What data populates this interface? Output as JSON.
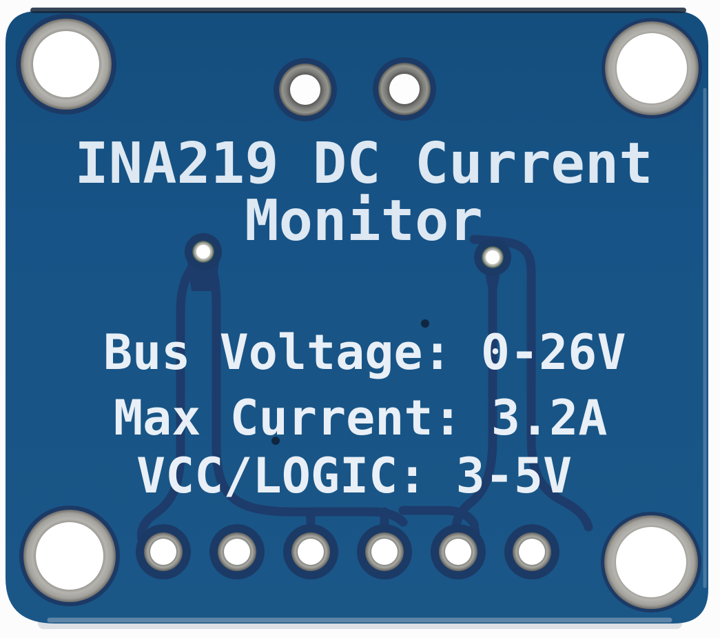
{
  "board": {
    "silkscreen": {
      "title_line1": "INA219 DC Current",
      "title_line2": "Monitor",
      "specs": [
        "Bus Voltage: 0-26V",
        "Max Current: 3.2A",
        "VCC/LOGIC: 3-5V"
      ]
    },
    "colors": {
      "background_white": "#fcfcfc",
      "solder_mask_blue": "#175386",
      "trace_navy": "#1d3c6b",
      "hole_halo_navy": "#1c3a66",
      "silkscreen_white": "#e9eff6",
      "mount_ring_silver": "#b4b2ad",
      "terminal_ring_gray": "#787876",
      "pin_ring_silver": "#a5a5a2",
      "board_top_edge": "#16263b"
    }
  }
}
